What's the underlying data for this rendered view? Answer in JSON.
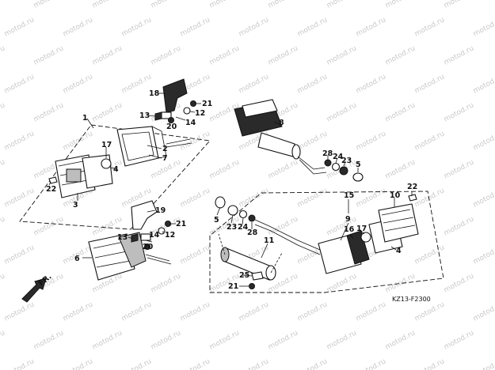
{
  "watermark": "motod.ru",
  "direction_label": "FR.",
  "diagram_code": "KZ13-F2300",
  "callouts": {
    "n1": "1",
    "n2": "2",
    "n3": "3",
    "n4a": "4",
    "n4b": "4",
    "n5a": "5",
    "n5b": "5",
    "n6": "6",
    "n7": "7",
    "n8": "8",
    "n9": "9",
    "n10": "10",
    "n11": "11",
    "n12a": "12",
    "n12b": "12",
    "n13a": "13",
    "n13b": "13",
    "n14a": "14",
    "n14b": "14",
    "n15": "15",
    "n16": "16",
    "n17a": "17",
    "n17b": "17",
    "n18": "18",
    "n19": "19",
    "n20a": "20",
    "n20b": "20",
    "n21a": "21",
    "n21b": "21",
    "n21c": "21",
    "n22a": "22",
    "n22b": "22",
    "n23a": "23",
    "n23b": "23",
    "n24a": "24",
    "n24b": "24",
    "n25": "25",
    "n28a": "28",
    "n28b": "28"
  }
}
